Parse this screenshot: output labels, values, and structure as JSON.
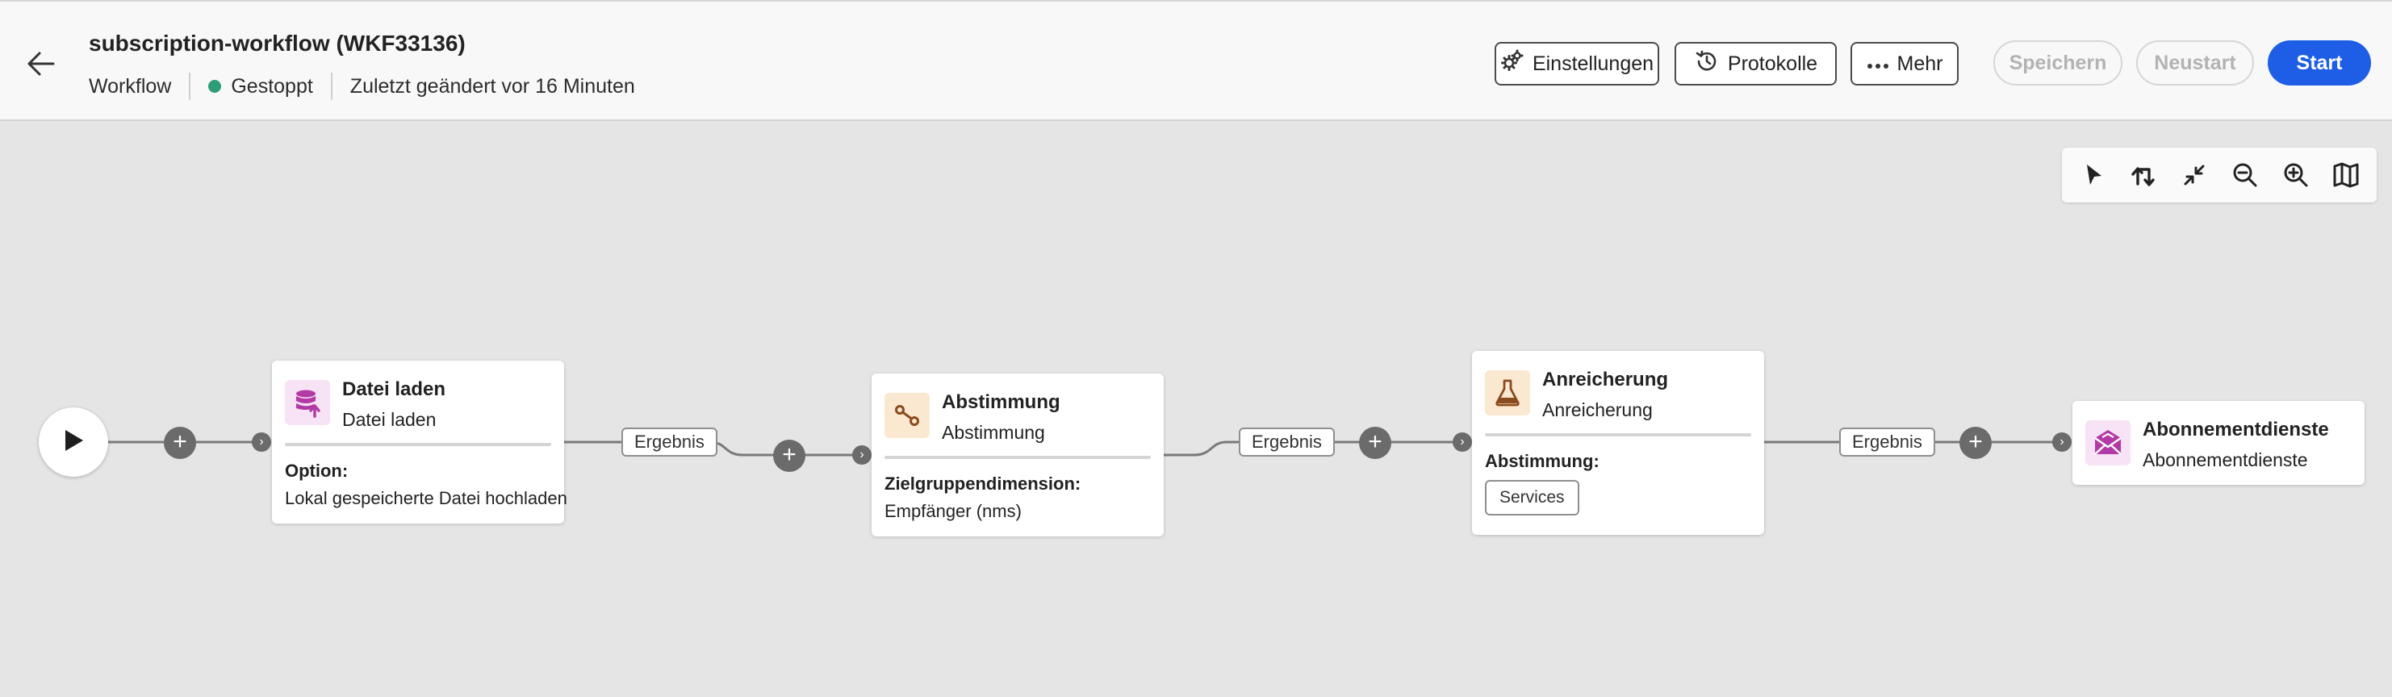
{
  "header": {
    "title": "subscription-workflow (WKF33136)",
    "breadcrumb_type": "Workflow",
    "status": "Gestoppt",
    "modified": "Zuletzt geändert vor 16 Minuten",
    "status_color": "#2d9d78"
  },
  "actions": {
    "settings": "Einstellungen",
    "logs": "Protokolle",
    "more": "Mehr",
    "save": "Speichern",
    "restart": "Neustart",
    "start": "Start",
    "primary_color": "#1e5ee6"
  },
  "toolbar": {
    "icons": [
      "pointer-icon",
      "reroute-icon",
      "collapse-icon",
      "zoom-out-icon",
      "zoom-in-icon",
      "map-icon"
    ]
  },
  "edges": {
    "label": "Ergebnis"
  },
  "nodes": [
    {
      "title": "Datei laden",
      "subtitle": "Datei laden",
      "option_label": "Option:",
      "option_value": "Lokal gespeicherte Datei hochladen",
      "icon": "load-file-icon",
      "icon_bg": "#f7e3f5"
    },
    {
      "title": "Abstimmung",
      "subtitle": "Abstimmung",
      "option_label": "Zielgruppendimension:",
      "option_value": "Empfänger (nms)",
      "icon": "reconciliation-icon",
      "icon_bg": "#fbe8d0"
    },
    {
      "title": "Anreicherung",
      "subtitle": "Anreicherung",
      "option_label": "Abstimmung:",
      "option_value": "Services",
      "icon": "enrichment-flask-icon",
      "icon_bg": "#fbe8d0"
    },
    {
      "title": "Abonnementdienste",
      "subtitle": "Abonnementdienste",
      "icon": "subscription-envelope-icon",
      "icon_bg": "#f7e3f5"
    }
  ]
}
